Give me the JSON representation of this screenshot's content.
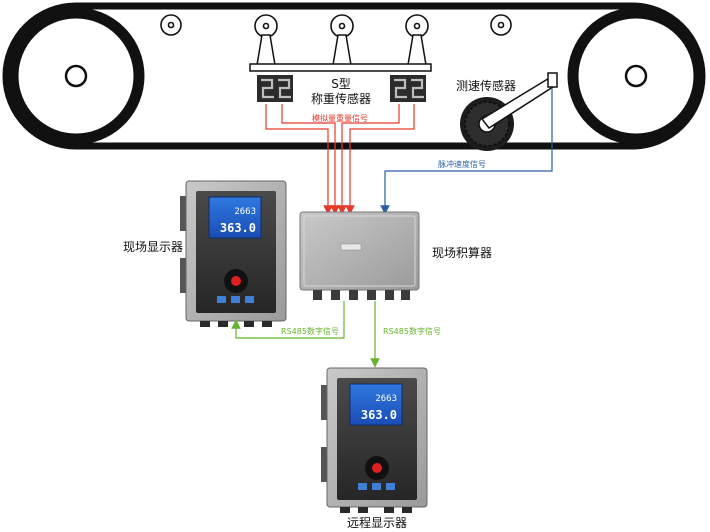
{
  "labels": {
    "s_type": "S型",
    "weigh_sensor": "称重传感器",
    "speed_sensor": "测速传感器",
    "analog_signal": "模拟量重量信号",
    "pulse_signal": "脉冲速度信号",
    "local_display": "现场显示器",
    "integrator": "现场积算器",
    "rs485_left": "RS485数字信号",
    "rs485_right": "RS485数字信号",
    "remote_display": "远程显示器"
  },
  "displays": {
    "local": {
      "line1": "2663",
      "line2": "363.0"
    },
    "remote": {
      "line1": "2663",
      "line2": "363.0"
    }
  },
  "colors": {
    "belt": "#111111",
    "analog_signal": "#e53a2b",
    "pulse_signal": "#2a5fa8",
    "rs485": "#66b32e"
  }
}
